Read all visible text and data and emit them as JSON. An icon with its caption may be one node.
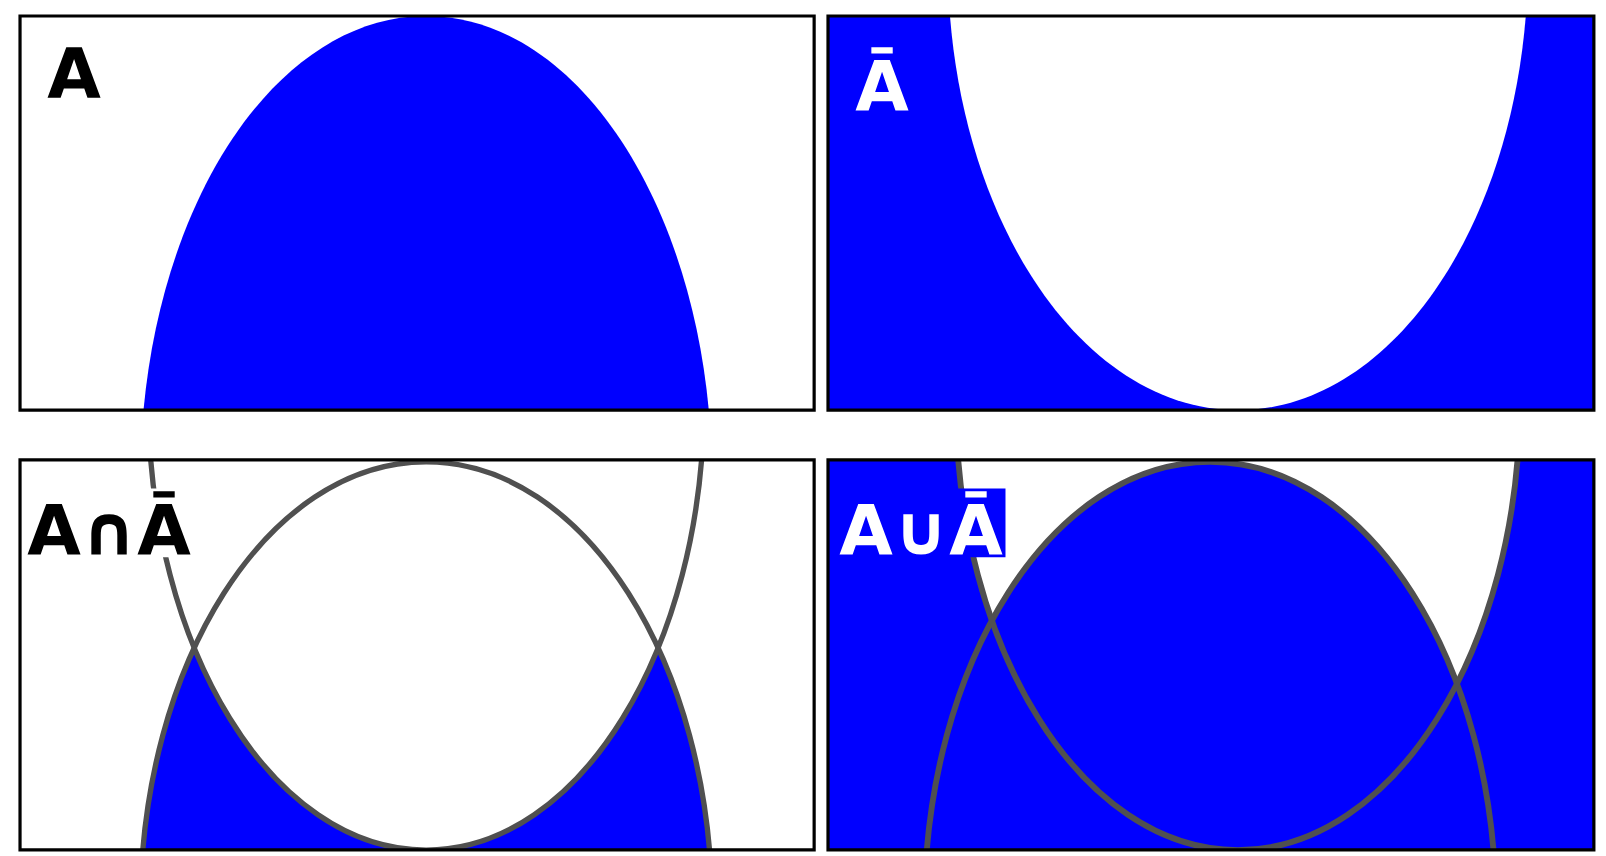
{
  "diagram": {
    "nodes": [
      {
        "text": [
          "A"
        ]
      },
      {
        "text": [
          "Ā"
        ]
      },
      {
        "text": [
          "A∩Ā"
        ]
      },
      {
        "text": [
          "A∪Ā"
        ]
      }
    ]
  }
}
